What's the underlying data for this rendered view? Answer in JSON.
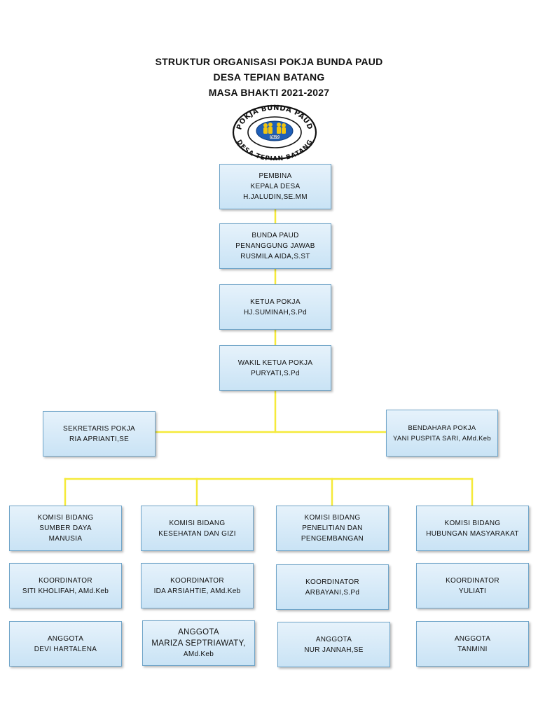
{
  "title": {
    "line1": "STRUKTUR ORGANISASI POKJA BUNDA PAUD",
    "line2": "DESA TEPIAN BATANG",
    "line3": "MASA BHAKTI 2021-2027"
  },
  "logo": {
    "ring_top": "POKJA BUNDA PAUD",
    "ring_bottom": "DESA TEPIAN BATANG",
    "inner": "PAUD"
  },
  "colors": {
    "connector": "#f5ea3a",
    "box_border": "#6fa4c8",
    "box_fill": "#d3e9f8"
  },
  "pembina": {
    "l1": "PEMBINA",
    "l2": "KEPALA DESA",
    "l3": "H.JALUDIN,SE.MM"
  },
  "bunda": {
    "l1": "BUNDA PAUD",
    "l2": "PENANGGUNG JAWAB",
    "l3": "RUSMILA AIDA,S.ST"
  },
  "ketua": {
    "l1": "KETUA POKJA",
    "l2": "HJ.SUMINAH,S.Pd"
  },
  "wakil": {
    "l1": "WAKIL KETUA POKJA",
    "l2": "PURYATI,S.Pd"
  },
  "sekretaris": {
    "l1": "SEKRETARIS POKJA",
    "l2": "RIA APRIANTI,SE"
  },
  "bendahara": {
    "l1": "BENDAHARA POKJA",
    "l2": "YANI PUSPITA SARI, AMd.Keb"
  },
  "komisi": [
    {
      "l1": "KOMISI BIDANG",
      "l2": "SUMBER DAYA",
      "l3": "MANUSIA"
    },
    {
      "l1": "KOMISI BIDANG",
      "l2": "KESEHATAN DAN GIZI"
    },
    {
      "l1": "KOMISI BIDANG",
      "l2": "PENELITIAN DAN",
      "l3": "PENGEMBANGAN"
    },
    {
      "l1": "KOMISI BIDANG",
      "l2": "HUBUNGAN MASYARAKAT"
    }
  ],
  "koordinator": [
    {
      "l1": "KOORDINATOR",
      "l2": "SITI KHOLIFAH, AMd.Keb"
    },
    {
      "l1": "KOORDINATOR",
      "l2": "IDA ARSIAHTIE, AMd.Keb"
    },
    {
      "l1": "KOORDINATOR",
      "l2": "ARBAYANI,S.Pd"
    },
    {
      "l1": "KOORDINATOR",
      "l2": "YULIATI"
    }
  ],
  "anggota": [
    {
      "l1": "ANGGOTA",
      "l2": "DEVI HARTALENA"
    },
    {
      "l1": "ANGGOTA",
      "l2": "MARIZA SEPTRIAWATY,",
      "l3": "AMd.Keb"
    },
    {
      "l1": "ANGGOTA",
      "l2": "NUR JANNAH,SE"
    },
    {
      "l1": "ANGGOTA",
      "l2": "TANMINI"
    }
  ]
}
